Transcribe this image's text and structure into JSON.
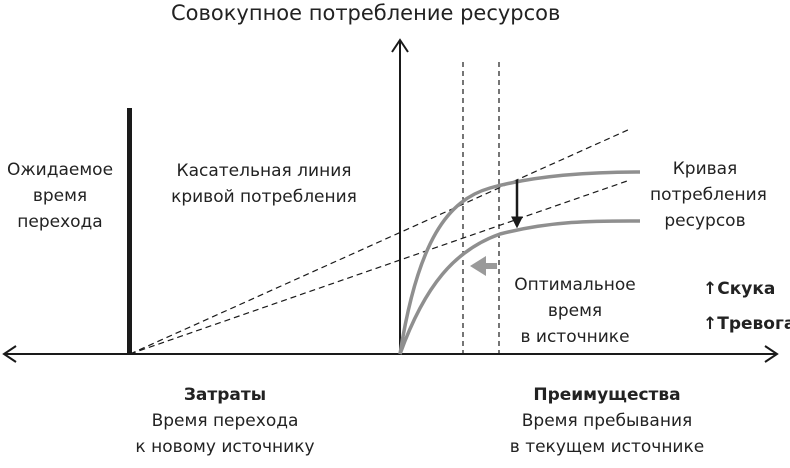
{
  "title": "Совокупное потребление ресурсов",
  "left_axis_label": [
    "Ожидаемое",
    "время",
    "перехода"
  ],
  "tangent_label": [
    "Касательная линия",
    "кривой потребления"
  ],
  "curve_label": [
    "Кривая",
    "потребления",
    "ресурсов"
  ],
  "optimal_label": [
    "Оптимальное",
    "время",
    "в источнике"
  ],
  "effects": [
    {
      "arrow": "↑",
      "text": "Скука"
    },
    {
      "arrow": "↑",
      "text": "Тревога"
    }
  ],
  "costs": {
    "heading": "Затраты",
    "lines": [
      "Время перехода",
      "к новому источнику"
    ]
  },
  "benefits": {
    "heading": "Преимущества",
    "lines": [
      "Время пребывания",
      "в текущем источнике"
    ]
  },
  "colors": {
    "axis": "#1a1a1a",
    "curve": "#8f8f8f",
    "arrow_gray": "#9a9a9a"
  }
}
